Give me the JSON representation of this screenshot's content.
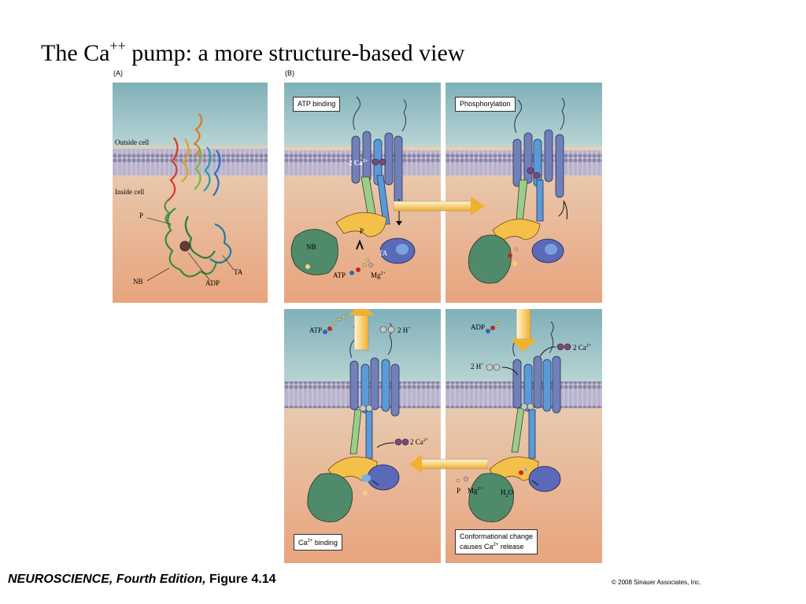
{
  "title": {
    "prefix": "The Ca",
    "superscript": "++",
    "suffix": " pump:  a more structure-based view"
  },
  "panel_a": {
    "label": "(A)",
    "outside": "Outside cell",
    "inside": "Inside cell",
    "p": "P",
    "nb": "NB",
    "adp": "ADP",
    "ta": "TA"
  },
  "panel_b": {
    "label": "(B)",
    "atp_binding": {
      "box": "ATP binding",
      "ca": "2 Ca",
      "ca_sup": "2+",
      "p": "P",
      "nb": "NB",
      "ta": "TA",
      "atp": "ATP",
      "mg": "Mg",
      "mg_sup": "2+"
    },
    "phosphorylation": {
      "box": "Phosphorylation"
    },
    "release": {
      "adp": "ADP",
      "ca": "2 Ca",
      "ca_sup": "2+",
      "h": "2 H",
      "h_sup": "+",
      "p": "P",
      "mg": "Mg",
      "mg_sup": "2+",
      "h2o": "H",
      "h2o_sub": "2",
      "h2o_end": "O",
      "box_line1": "Conformational change",
      "box_line2": "causes Ca",
      "box_line2_sup": "2+",
      "box_line2_end": " release"
    },
    "ca_binding": {
      "atp": "ATP",
      "h": "2 H",
      "h_sup": "+",
      "ca": "2 Ca",
      "ca_sup": "2+",
      "box": "Ca",
      "box_sup": "2+",
      "box_end": " binding"
    }
  },
  "footer": {
    "book": "NEUROSCIENCE,",
    "edition": " Fourth Edition,",
    "figure": " Figure 4.14",
    "copyright": "© 2008 Sinauer Associates, Inc."
  }
}
